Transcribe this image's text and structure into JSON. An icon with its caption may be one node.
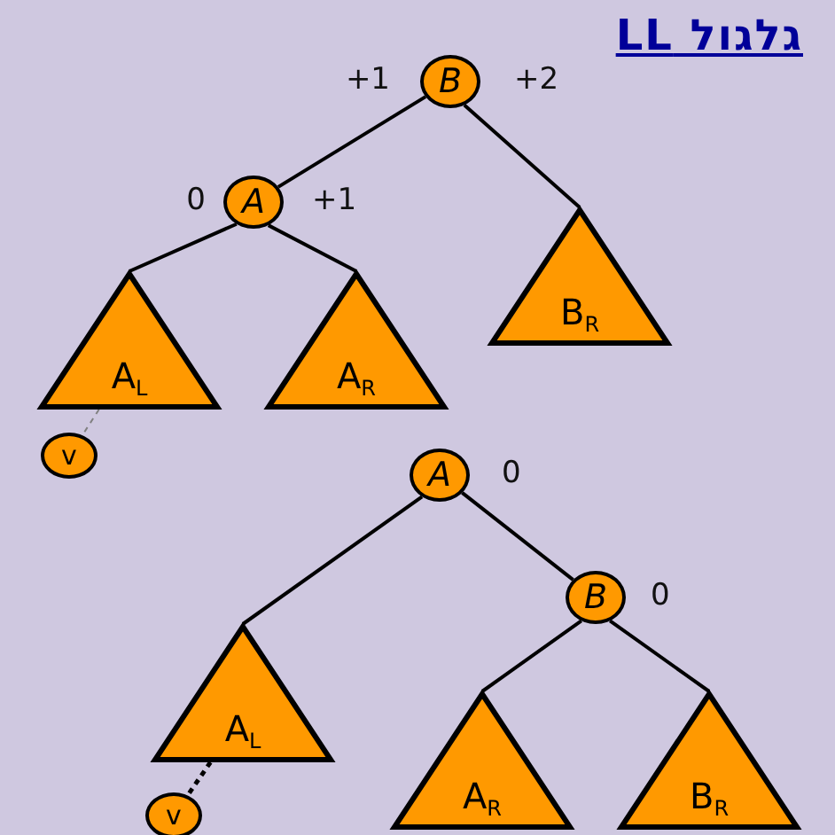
{
  "diagram": {
    "title": "גלגול LL",
    "nodes": [
      {
        "text": [
          "B"
        ],
        "beside": [
          "+1",
          "+2"
        ]
      },
      {
        "text": [
          "A"
        ],
        "beside": [
          "0",
          "+1"
        ]
      },
      {
        "text": [
          "A$_{L}$"
        ]
      },
      {
        "text": [
          "A$_{R}$"
        ]
      },
      {
        "text": [
          "B$_{R}$"
        ]
      },
      {
        "text": [
          "v"
        ]
      },
      {
        "text": [
          "A"
        ],
        "beside": [
          "0"
        ]
      },
      {
        "text": [
          "B"
        ],
        "beside": [
          "0"
        ]
      },
      {
        "text": [
          "A$_{L}$"
        ]
      },
      {
        "text": [
          "A$_{R}$"
        ]
      },
      {
        "text": [
          "B$_{R}$"
        ]
      },
      {
        "text": [
          "v"
        ]
      }
    ],
    "edges": [
      {
        "from": 0,
        "to": 1,
        "arrow": "none"
      },
      {
        "from": 0,
        "to": 4,
        "arrow": "none"
      },
      {
        "from": 1,
        "to": 2,
        "arrow": "none"
      },
      {
        "from": 1,
        "to": 3,
        "arrow": "none"
      },
      {
        "from": 2,
        "to": 5,
        "arrow": "none",
        "style": "dashed",
        "color": "#808080"
      },
      {
        "from": 6,
        "to": 8,
        "arrow": "none"
      },
      {
        "from": 6,
        "to": 7,
        "arrow": "none"
      },
      {
        "from": 7,
        "to": 9,
        "arrow": "none"
      },
      {
        "from": 7,
        "to": 10,
        "arrow": "none"
      },
      {
        "from": 8,
        "to": 11,
        "arrow": "none",
        "style": "dashed"
      }
    ]
  }
}
